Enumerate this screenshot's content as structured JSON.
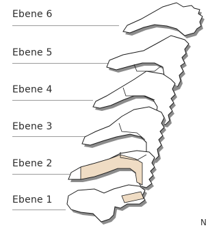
{
  "floors": [
    {
      "label": "Ebene 6"
    },
    {
      "label": "Ebene 5"
    },
    {
      "label": "Ebene 4"
    },
    {
      "label": "Ebene 3"
    },
    {
      "label": "Ebene 2"
    },
    {
      "label": "Ebene 1"
    }
  ],
  "north_label": "N",
  "colors": {
    "outline": "#1a1a1a",
    "shadow": "#8c8c8c",
    "leader": "#9a9a9a",
    "highlight": "#efdcc4",
    "highlight_shadow": "#b99d7c",
    "plan_fill": "#ffffff"
  }
}
